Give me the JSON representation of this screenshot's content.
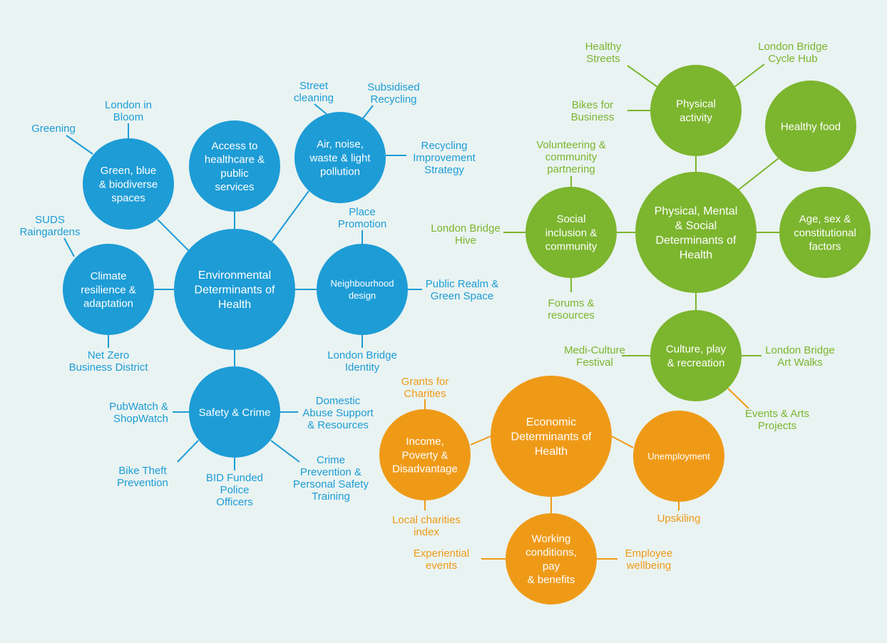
{
  "colors": {
    "background": "#e9f3f2",
    "environmental": "#1d9cd6",
    "physical": "#7cb52e",
    "economic": "#ef9a17"
  },
  "groups": [
    {
      "id": "environmental",
      "color": "#1d9cd6",
      "nodes": [
        {
          "id": "env",
          "lines": [
            "Environmental",
            "Determinants of",
            "Health"
          ]
        },
        {
          "id": "access",
          "lines": [
            "Access to",
            "healthcare &",
            "public",
            "services"
          ]
        },
        {
          "id": "green",
          "lines": [
            "Green, blue",
            "& biodiverse",
            "spaces"
          ]
        },
        {
          "id": "air",
          "lines": [
            "Air, noise,",
            "waste & light",
            "pollution"
          ]
        },
        {
          "id": "climate",
          "lines": [
            "Climate",
            "resilience &",
            "adaptation"
          ]
        },
        {
          "id": "neighbourhood",
          "lines": [
            "Neighbourhood",
            "design"
          ]
        },
        {
          "id": "safety",
          "lines": [
            "Safety & Crime"
          ]
        }
      ],
      "leaves": [
        {
          "id": "london-in-bloom",
          "lines": [
            "London in",
            "Bloom"
          ]
        },
        {
          "id": "greening",
          "lines": [
            "Greening"
          ]
        },
        {
          "id": "street-cleaning",
          "lines": [
            "Street",
            "cleaning"
          ]
        },
        {
          "id": "subsidised-recycling",
          "lines": [
            "Subsidised",
            "Recycling"
          ]
        },
        {
          "id": "recycling-strategy",
          "lines": [
            "Recycling",
            "Improvement",
            "Strategy"
          ]
        },
        {
          "id": "suds",
          "lines": [
            "SUDS",
            "Raingardens"
          ]
        },
        {
          "id": "net-zero",
          "lines": [
            "Net Zero",
            "Business District"
          ]
        },
        {
          "id": "place-promotion",
          "lines": [
            "Place",
            "Promotion"
          ]
        },
        {
          "id": "public-realm",
          "lines": [
            "Public Realm &",
            "Green Space"
          ]
        },
        {
          "id": "lb-identity",
          "lines": [
            "London Bridge",
            "Identity"
          ]
        },
        {
          "id": "pubwatch",
          "lines": [
            "PubWatch &",
            "ShopWatch"
          ]
        },
        {
          "id": "domestic-abuse",
          "lines": [
            "Domestic",
            "Abuse Support",
            "& Resources"
          ]
        },
        {
          "id": "bike-theft",
          "lines": [
            "Bike Theft",
            "Prevention"
          ]
        },
        {
          "id": "bid-police",
          "lines": [
            "BID Funded",
            "Police",
            "Officers"
          ]
        },
        {
          "id": "crime-prevention",
          "lines": [
            "Crime",
            "Prevention &",
            "Personal Safety",
            "Training"
          ]
        }
      ]
    },
    {
      "id": "physical",
      "color": "#7cb52e",
      "nodes": [
        {
          "id": "pmsd",
          "lines": [
            "Physical, Mental",
            "& Social",
            "Determinants of",
            "Health"
          ]
        },
        {
          "id": "activity",
          "lines": [
            "Physical",
            "activity"
          ]
        },
        {
          "id": "food",
          "lines": [
            "Healthy food"
          ]
        },
        {
          "id": "social",
          "lines": [
            "Social",
            "inclusion &",
            "community"
          ]
        },
        {
          "id": "age",
          "lines": [
            "Age, sex &",
            "constitutional",
            "factors"
          ]
        },
        {
          "id": "culture",
          "lines": [
            "Culture, play",
            "& recreation"
          ]
        }
      ],
      "leaves": [
        {
          "id": "healthy-streets",
          "lines": [
            "Healthy",
            "Streets"
          ]
        },
        {
          "id": "cycle-hub",
          "lines": [
            "London Bridge",
            "Cycle Hub"
          ]
        },
        {
          "id": "bikes-business",
          "lines": [
            "Bikes for",
            "Business"
          ]
        },
        {
          "id": "volunteering",
          "lines": [
            "Volunteering &",
            "community",
            "partnering"
          ]
        },
        {
          "id": "lb-hive",
          "lines": [
            "London Bridge",
            "Hive"
          ]
        },
        {
          "id": "forums",
          "lines": [
            "Forums &",
            "resources"
          ]
        },
        {
          "id": "medi-culture",
          "lines": [
            "Medi-Culture",
            "Festival"
          ]
        },
        {
          "id": "art-walks",
          "lines": [
            "London Bridge",
            "Art Walks"
          ]
        },
        {
          "id": "events-arts",
          "lines": [
            "Events & Arts",
            "Projects"
          ]
        }
      ]
    },
    {
      "id": "economic",
      "color": "#ef9a17",
      "nodes": [
        {
          "id": "econ",
          "lines": [
            "Economic",
            "Determinants of",
            "Health"
          ]
        },
        {
          "id": "income",
          "lines": [
            "Income,",
            "Poverty &",
            "Disadvantage"
          ]
        },
        {
          "id": "unemployment",
          "lines": [
            "Unemployment"
          ]
        },
        {
          "id": "working",
          "lines": [
            "Working",
            "conditions,",
            "pay",
            "& benefits"
          ]
        }
      ],
      "leaves": [
        {
          "id": "grants",
          "lines": [
            "Grants for",
            "Charities"
          ]
        },
        {
          "id": "charities-index",
          "lines": [
            "Local charities",
            "index"
          ]
        },
        {
          "id": "upskiling",
          "lines": [
            "Upskiling"
          ]
        },
        {
          "id": "experiential",
          "lines": [
            "Experiential",
            "events"
          ]
        },
        {
          "id": "employee-wellbeing",
          "lines": [
            "Employee",
            "wellbeing"
          ]
        }
      ]
    }
  ]
}
